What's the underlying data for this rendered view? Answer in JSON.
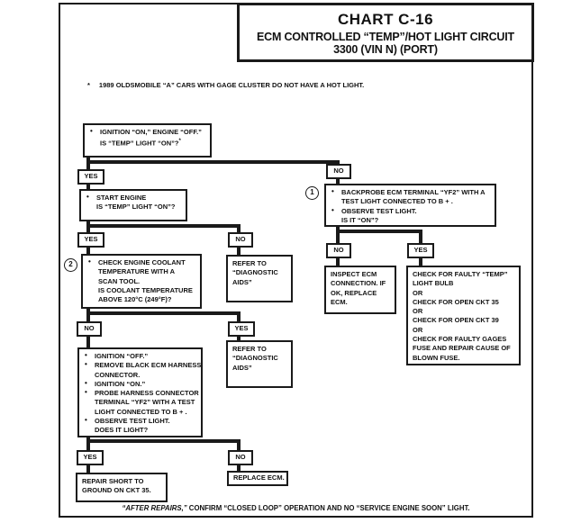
{
  "header": {
    "chart_id": "CHART C-16",
    "title": "ECM CONTROLLED “TEMP”/HOT LIGHT CIRCUIT",
    "subtitle": "3300 (VIN N) (PORT)"
  },
  "footnote": {
    "marker": "*",
    "text": "1989 OLDSMOBILE “A” CARS WITH GAGE CLUSTER DO NOT HAVE A HOT LIGHT."
  },
  "labels": {
    "yes": "YES",
    "no": "NO"
  },
  "callouts": {
    "c1": "1",
    "c2": "2"
  },
  "boxes": {
    "ignition_check": {
      "lines": [
        "IGNITION “ON,” ENGINE “OFF.”",
        "IS “TEMP” LIGHT “ON”?"
      ]
    },
    "start_engine": {
      "lines": [
        "START ENGINE",
        "IS “TEMP” LIGHT “ON”?"
      ]
    },
    "backprobe": {
      "lines": [
        "BACKPROBE ECM TERMINAL “YF2” WITH A",
        "TEST LIGHT CONNECTED TO B + .",
        "OBSERVE TEST LIGHT.",
        "IS IT “ON”?"
      ]
    },
    "coolant_check": {
      "lines": [
        "CHECK ENGINE COOLANT",
        "TEMPERATURE WITH A",
        "SCAN TOOL.",
        "IS COOLANT TEMPERATURE",
        "ABOVE 120°C (249°F)?"
      ]
    },
    "refer_diag_1": {
      "lines": [
        "REFER TO",
        "“DIAGNOSTIC",
        "AIDS”"
      ]
    },
    "refer_diag_2": {
      "lines": [
        "REFER TO",
        "“DIAGNOSTIC",
        "AIDS”"
      ]
    },
    "inspect_ecm": {
      "lines": [
        "INSPECT ECM",
        "CONNECTION. IF",
        "OK, REPLACE",
        "ECM."
      ]
    },
    "check_faulty": {
      "lines": [
        "CHECK FOR FAULTY “TEMP”",
        "LIGHT BULB",
        "OR",
        "CHECK FOR OPEN CKT 35",
        "OR",
        "CHECK FOR OPEN CKT 39",
        "OR",
        "CHECK FOR FAULTY GAGES",
        "FUSE AND REPAIR CAUSE OF",
        "BLOWN FUSE."
      ]
    },
    "harness_probe": {
      "lines": [
        "IGNITION “OFF.”",
        "REMOVE BLACK ECM HARNESS",
        "CONNECTOR.",
        "IGNITION “ON.”",
        "PROBE HARNESS CONNECTOR",
        "TERMINAL “YF2” WITH A TEST",
        "LIGHT CONNECTED TO B + .",
        "OBSERVE TEST LIGHT.",
        "DOES IT LIGHT?"
      ]
    },
    "repair_short": {
      "lines": [
        "REPAIR SHORT TO",
        "GROUND ON CKT 35."
      ]
    },
    "replace_ecm": {
      "lines": [
        "REPLACE ECM."
      ]
    }
  },
  "footer": {
    "italic": "“AFTER REPAIRS,”",
    "text": " CONFIRM “CLOSED LOOP” OPERATION AND NO “SERVICE ENGINE SOON” LIGHT."
  }
}
